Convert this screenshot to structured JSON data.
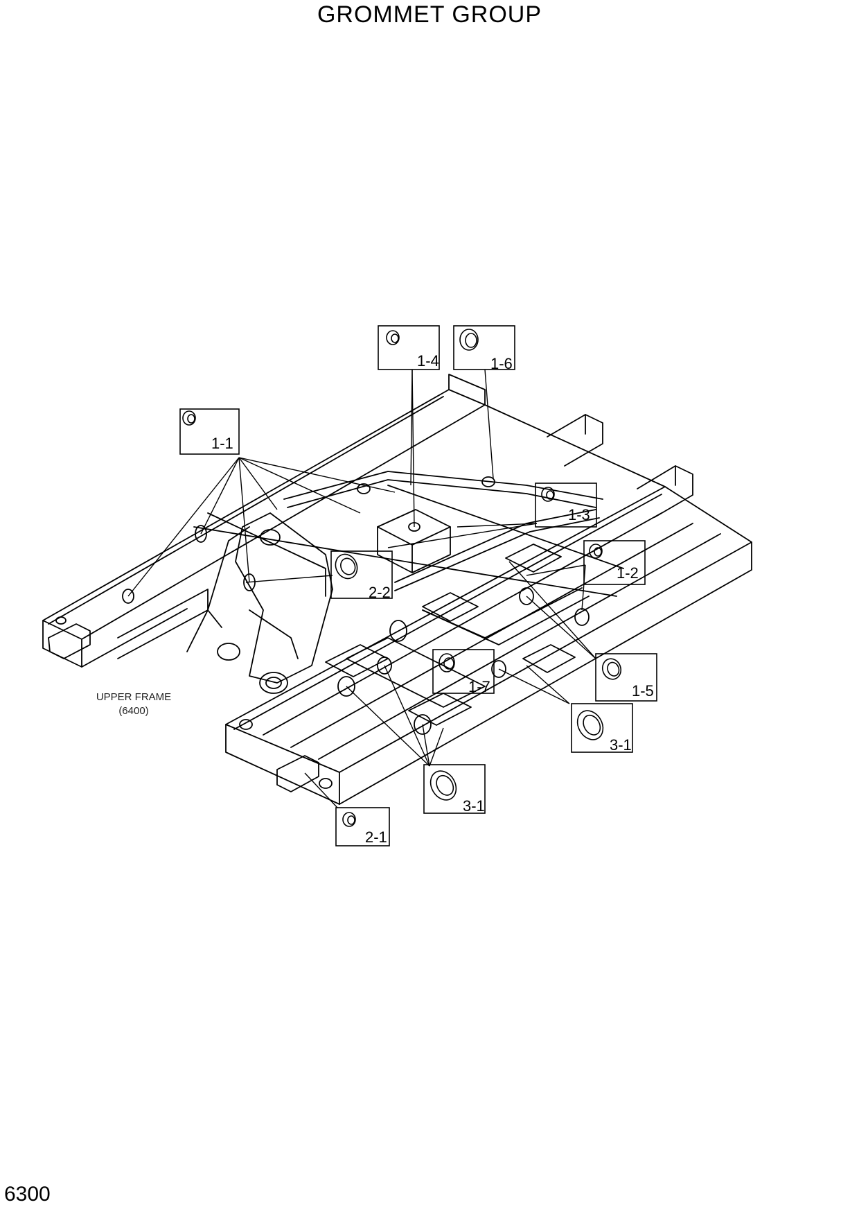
{
  "title": "GROMMET GROUP",
  "page_number": "6300",
  "frame_note": {
    "line1": "UPPER FRAME",
    "line2": "(6400)"
  },
  "callouts": [
    {
      "id": "c-1-1",
      "label": "1-1"
    },
    {
      "id": "c-1-4",
      "label": "1-4"
    },
    {
      "id": "c-1-6",
      "label": "1-6"
    },
    {
      "id": "c-1-3",
      "label": "1-3"
    },
    {
      "id": "c-1-2",
      "label": "1-2"
    },
    {
      "id": "c-2-2",
      "label": "2-2"
    },
    {
      "id": "c-1-7",
      "label": "1-7"
    },
    {
      "id": "c-1-5",
      "label": "1-5"
    },
    {
      "id": "c-3-1a",
      "label": "3-1"
    },
    {
      "id": "c-3-1b",
      "label": "3-1"
    },
    {
      "id": "c-2-1",
      "label": "2-1"
    }
  ]
}
